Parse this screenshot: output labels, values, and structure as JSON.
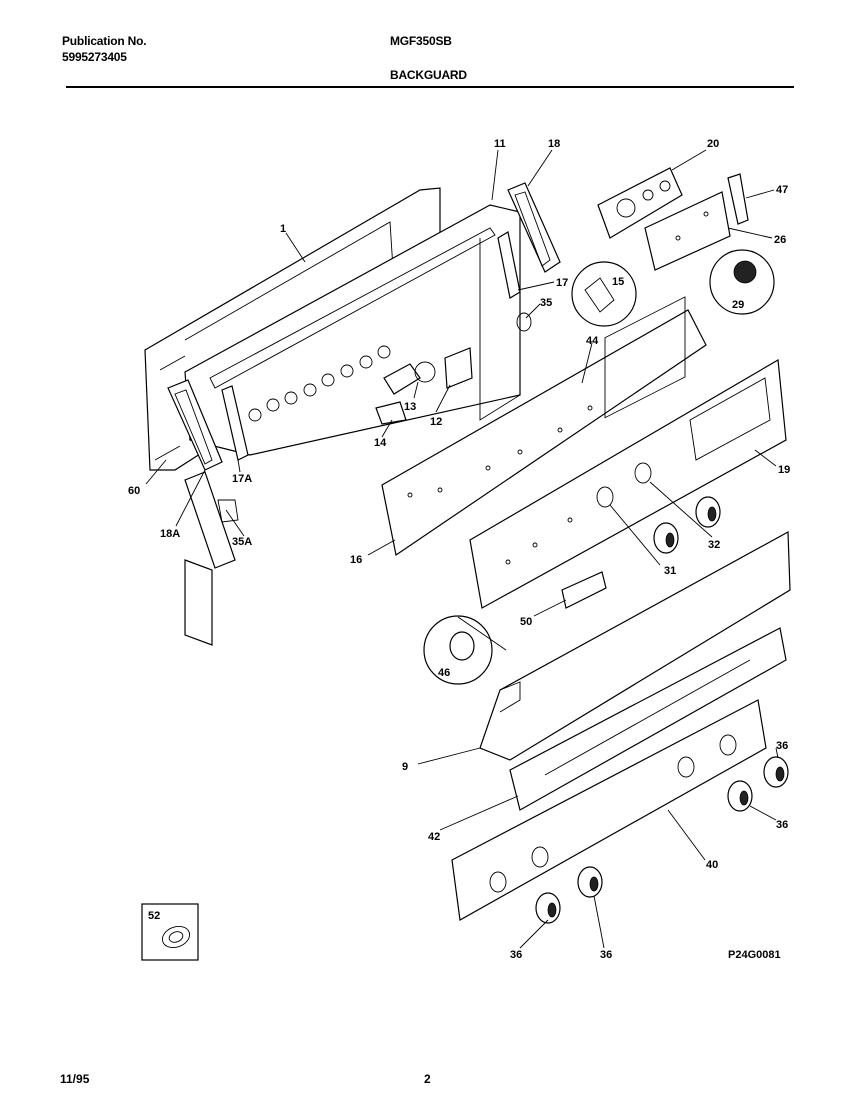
{
  "header": {
    "publication_label": "Publication No.",
    "publication_number": "5995273405",
    "model": "MGF350SB",
    "section": "BACKGUARD"
  },
  "diagram": {
    "code": "P24G0081",
    "callouts": [
      "1",
      "11",
      "18",
      "20",
      "47",
      "26",
      "17",
      "15",
      "35",
      "29",
      "44",
      "13",
      "12",
      "14",
      "60",
      "17A",
      "18A",
      "35A",
      "16",
      "19",
      "32",
      "31",
      "50",
      "46",
      "9",
      "42",
      "40",
      "36",
      "36",
      "36",
      "36",
      "52"
    ]
  },
  "footer": {
    "date": "11/95",
    "page": "2"
  }
}
